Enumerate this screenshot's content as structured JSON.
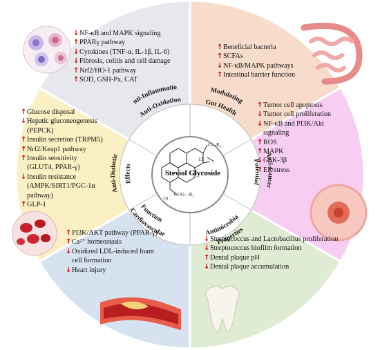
{
  "center": {
    "title": "Steviol Glycoside",
    "mol_labels": {
      "r1": "O—R",
      "r1_sub": "1",
      "c13": "13",
      "c19": "19",
      "coo": "COO—R",
      "coo_sub": "2"
    }
  },
  "colors": {
    "anti_inflammation": "#e7e7ee",
    "gut": "#f8dccb",
    "cancer": "#f8cdf2",
    "antimicrobial": "#dfebd3",
    "cardio": "#d6e2f0",
    "diabetic": "#fbefc4",
    "up_arrow": "#d40000",
    "down_arrow": "#d40000"
  },
  "segments": {
    "anti_inflammation": {
      "label_lines": [
        "Anti-Inflammation",
        "Anti-Oxidation"
      ],
      "items": [
        {
          "dir": "down",
          "text": "NF-κB and MAPK signaling"
        },
        {
          "dir": "up",
          "text": "PPARγ pathway"
        },
        {
          "dir": "down",
          "text": "Cytokines (TNF-α, IL-1β, IL-6)"
        },
        {
          "dir": "down",
          "text": "Fibrosis, colitis and cell damage"
        },
        {
          "dir": "up",
          "text": "Nrf2/HO-1 pathway"
        },
        {
          "dir": "up",
          "text": "SOD, GSH-Px, CAT"
        }
      ]
    },
    "gut": {
      "label_lines": [
        "Modulating",
        "Gut Health"
      ],
      "items": [
        {
          "dir": "up",
          "text": "Beneficial bacteria"
        },
        {
          "dir": "up",
          "text": "SCFAs"
        },
        {
          "dir": "down",
          "text": "NF-κB/MAPK pathways"
        },
        {
          "dir": "up",
          "text": "Intestinal barrier function"
        }
      ]
    },
    "cancer": {
      "label_lines": [
        "Anti-Cancer",
        "Potential"
      ],
      "items": [
        {
          "dir": "up",
          "text": "Tumor cell apoptosis"
        },
        {
          "dir": "down",
          "text": "Tumor cell proliferation"
        },
        {
          "dir": "down",
          "text": "NF-κB and PI3K/Akt"
        },
        {
          "dir": "none",
          "text": "signaling"
        },
        {
          "dir": "up",
          "text": "ROS"
        },
        {
          "dir": "up",
          "text": "MAPK"
        },
        {
          "dir": "down",
          "text": "GSK-3β"
        },
        {
          "dir": "up",
          "text": "ER stress"
        }
      ]
    },
    "antimicrobial": {
      "label_lines": [
        "Antimicrobial",
        "Properties"
      ],
      "items": [
        {
          "dir": "down",
          "text": "Streptococcus and Lactobacillus proliferation"
        },
        {
          "dir": "down",
          "text": "Streptococcus biofilm formation"
        },
        {
          "dir": "up",
          "text": "Dental plaque pH"
        },
        {
          "dir": "down",
          "text": "Dental plaque accumulation"
        }
      ]
    },
    "cardio": {
      "label_lines": [
        "Cardiovascular",
        "Function"
      ],
      "items": [
        {
          "dir": "up",
          "text": "PI3K/AKT pathway (PPAR-γ)"
        },
        {
          "dir": "up",
          "text": "Ca²⁺ homeostasis"
        },
        {
          "dir": "down",
          "text": "Oxidized LDL-induced foam"
        },
        {
          "dir": "none",
          "text": "cell formation"
        },
        {
          "dir": "down",
          "text": "Heart injury"
        }
      ]
    },
    "diabetic": {
      "label_lines": [
        "Anti-Diabetic",
        "Effects"
      ],
      "items": [
        {
          "dir": "up",
          "text": "Glucose disposal"
        },
        {
          "dir": "down",
          "text": "Hepatic gluconeogenesis"
        },
        {
          "dir": "none",
          "text": "(PEPCK)"
        },
        {
          "dir": "up",
          "text": "Insulin secretion (TRPM5)"
        },
        {
          "dir": "up",
          "text": "Nrf2/Keap1 pathway"
        },
        {
          "dir": "up",
          "text": "Insulin sensitivity"
        },
        {
          "dir": "none",
          "text": "(GLUT4, PPAR-γ)"
        },
        {
          "dir": "down",
          "text": "Insulin resistance"
        },
        {
          "dir": "none",
          "text": "(AMPK/SIRT1/PGC-1α"
        },
        {
          "dir": "none",
          "text": "pathway)"
        },
        {
          "dir": "up",
          "text": "GLP-1"
        }
      ]
    }
  },
  "arrow_glyphs": {
    "up": "↑",
    "down": "↓",
    "none": ""
  }
}
